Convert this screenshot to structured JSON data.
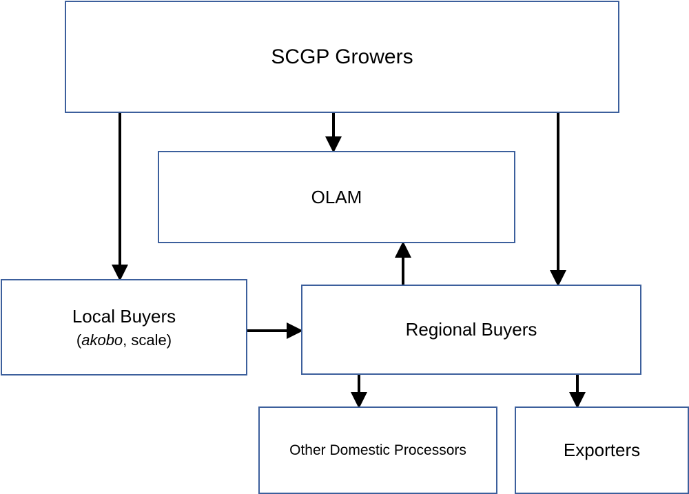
{
  "nodes": {
    "growers": {
      "label": "SCGP Growers"
    },
    "olam": {
      "label": "OLAM"
    },
    "local_buyers": {
      "label": "Local Buyers",
      "sub_open": "(",
      "sub_italic": "akobo",
      "sub_rest": ", scale)"
    },
    "regional_buyers": {
      "label": "Regional Buyers"
    },
    "domestic_processors": {
      "label": "Other Domestic Processors"
    },
    "exporters": {
      "label": "Exporters"
    }
  },
  "edges": [
    {
      "from": "SCGP Growers",
      "to": "Local Buyers"
    },
    {
      "from": "SCGP Growers",
      "to": "OLAM"
    },
    {
      "from": "SCGP Growers",
      "to": "Regional Buyers"
    },
    {
      "from": "Local Buyers",
      "to": "Regional Buyers"
    },
    {
      "from": "Regional Buyers",
      "to": "OLAM"
    },
    {
      "from": "Regional Buyers",
      "to": "Other Domestic Processors"
    },
    {
      "from": "Regional Buyers",
      "to": "Exporters"
    }
  ],
  "colors": {
    "box_border": "#3c5f9c",
    "arrow": "#000000"
  }
}
